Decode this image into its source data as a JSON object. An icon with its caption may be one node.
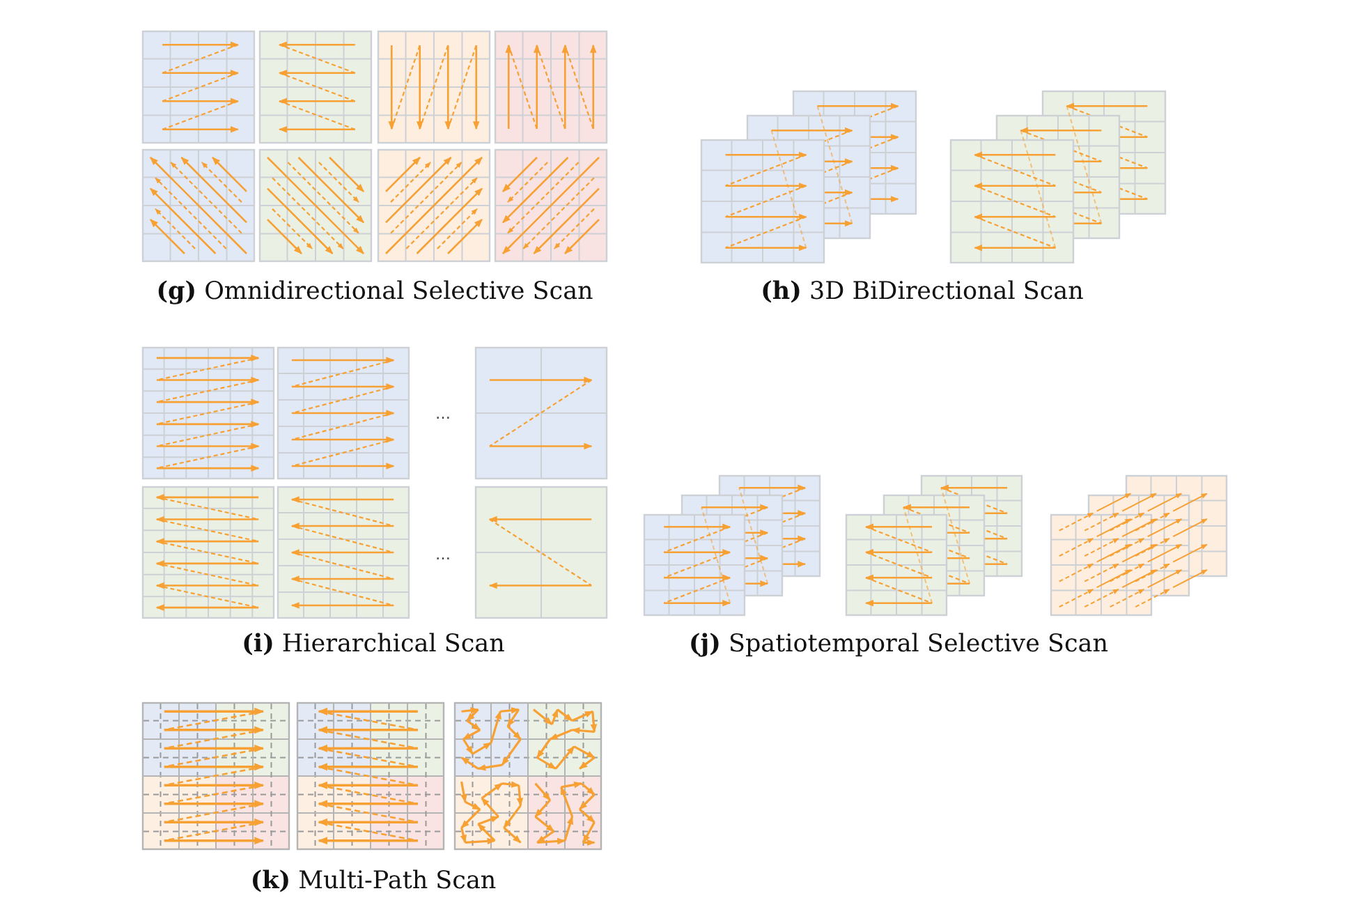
{
  "diagram": {
    "labels": [
      "**(g)** Omnidirectional Selective Scan",
      "**(h)** 3D BiDirectional Scan",
      "…",
      "…",
      "**(i)** Hierarchical Scan",
      "**(j)** Spatiotemporal Selective Scan",
      "**(k)** Multi-Path Scan"
    ]
  }
}
